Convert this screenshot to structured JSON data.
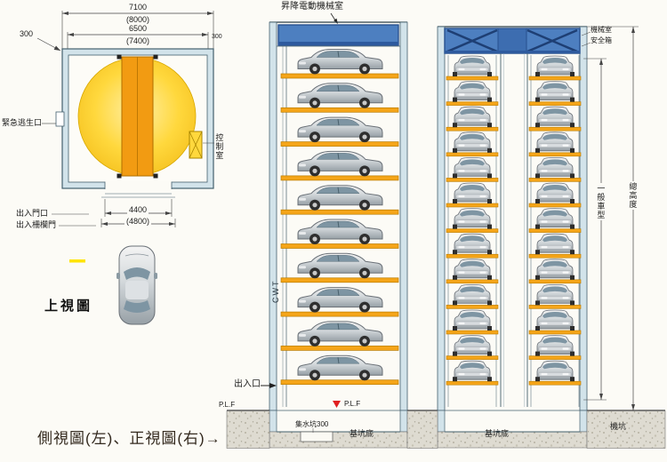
{
  "plan": {
    "dims": {
      "outer_width": "7100",
      "outer_width_alt": "(8000)",
      "inner_width": "6500",
      "inner_width_alt": "(7400)",
      "left_wall": "300",
      "right_wall": "300",
      "door_width": "4400",
      "door_width_alt": "(4800)"
    },
    "labels": {
      "emergency_exit": "緊急逃生口",
      "control_room": "控制室",
      "entry_door": "出入門口",
      "entry_gate": "出入柵欄門",
      "title": "上視圖"
    }
  },
  "side_view": {
    "levels": 10,
    "labels": {
      "machine_room": "昇降電動機械室",
      "counterweight": "CWT",
      "entrance": "出入口",
      "ground_level": "P.L.F",
      "platform_level": "P.L.F",
      "sump_pit": "集水坑300",
      "pit_bottom": "基坑底"
    }
  },
  "front_view": {
    "levels": 13,
    "labels": {
      "machine_room": "機械室",
      "safety_box": "安全箱",
      "standard_car": "一般車型",
      "total_height": "總高度",
      "pit_bottom": "基坑底",
      "machine_pit": "機坑"
    }
  },
  "caption": "側視圖(左)、正視圖(右)→",
  "colors": {
    "machine_room_blue": "#4d7fc0",
    "machine_room_dark": "#2e5a9e",
    "platform_yellow": "#f5a519",
    "turntable_yellow": "#ffd83d",
    "lift_orange": "#f29b12",
    "wall_blue": "#d2e3ea",
    "marker_red": "#e02020"
  }
}
